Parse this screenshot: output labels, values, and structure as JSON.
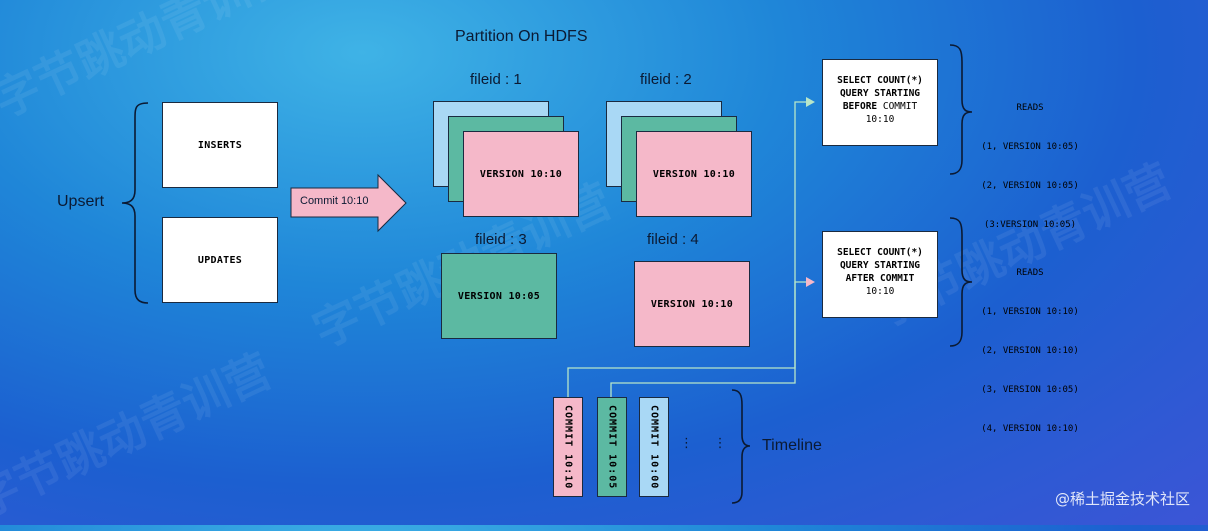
{
  "title": "Partition On HDFS",
  "upsert_label": "Upsert",
  "inserts_label": "INSERTS",
  "updates_label": "UPDATES",
  "commit_arrow_label": "Commit 10:10",
  "files": [
    {
      "label": "fileid : 1",
      "version": "VERSION 10:10"
    },
    {
      "label": "fileid : 2",
      "version": "VERSION 10:10"
    },
    {
      "label": "fileid : 3",
      "version": "VERSION 10:05"
    },
    {
      "label": "fileid : 4",
      "version": "VERSION 10:10"
    }
  ],
  "query_before": {
    "line1": "SELECT COUNT(*)",
    "line2": "QUERY STARTING",
    "emph": "BEFORE",
    "rest": " COMMIT",
    "line4": "10:10"
  },
  "query_after": {
    "line1": "SELECT COUNT(*)",
    "line2": "QUERY STARTING",
    "emph": "AFTER",
    "rest": " COMMIT",
    "line4": "10:10"
  },
  "reads_before": {
    "title": "READS",
    "lines": [
      "(1, VERSION 10:05)",
      "(2, VERSION 10:05)",
      "(3:VERSION 10:05)"
    ]
  },
  "reads_after": {
    "title": "READS",
    "lines": [
      "(1, VERSION 10:10)",
      "(2, VERSION 10:10)",
      "(3, VERSION 10:05)",
      "(4, VERSION 10:10)"
    ]
  },
  "timeline": {
    "label": "Timeline",
    "commits": [
      "COMMIT 10:10",
      "COMMIT 10:05",
      "COMMIT 10:00"
    ],
    "ellipsis": "⋮     ⋮"
  },
  "watermark_text": "字节跳动青训营",
  "site_credit": "@稀土掘金技术社区",
  "colors": {
    "pink": "#f5b8c9",
    "green": "#5cb9a2",
    "light_blue": "#a9d8f5",
    "connector": "#b7e6c9"
  }
}
